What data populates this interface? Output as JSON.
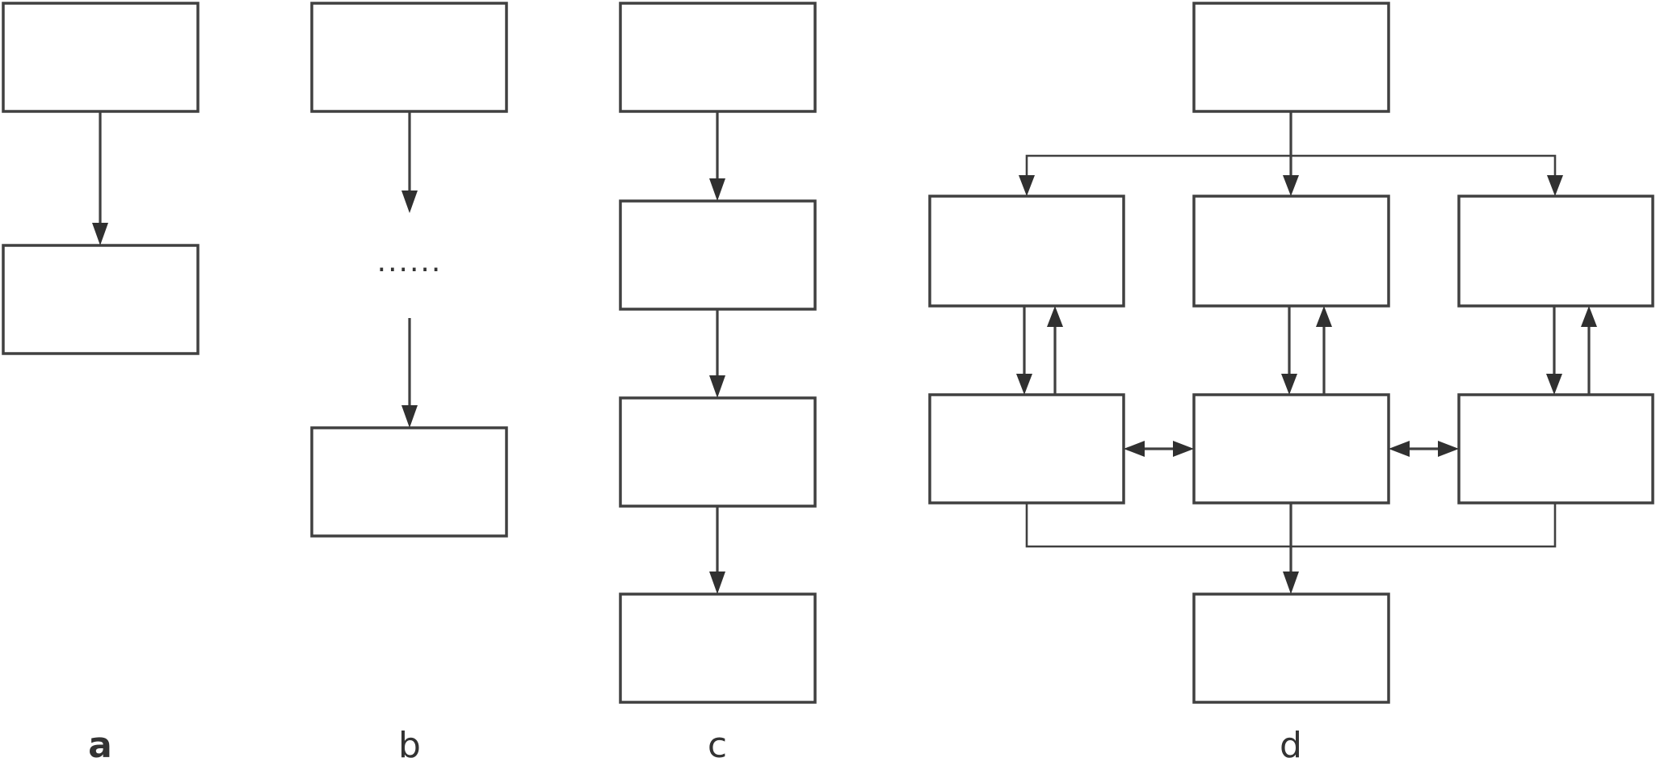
{
  "panels": {
    "a": {
      "label": "a"
    },
    "b": {
      "label": "b",
      "ellipsis": "......"
    },
    "c": {
      "label": "c"
    },
    "d": {
      "label": "d"
    }
  },
  "colors": {
    "stroke": "#404040",
    "arrowhead": "#303030",
    "background": "#ffffff",
    "label": "#333333"
  }
}
